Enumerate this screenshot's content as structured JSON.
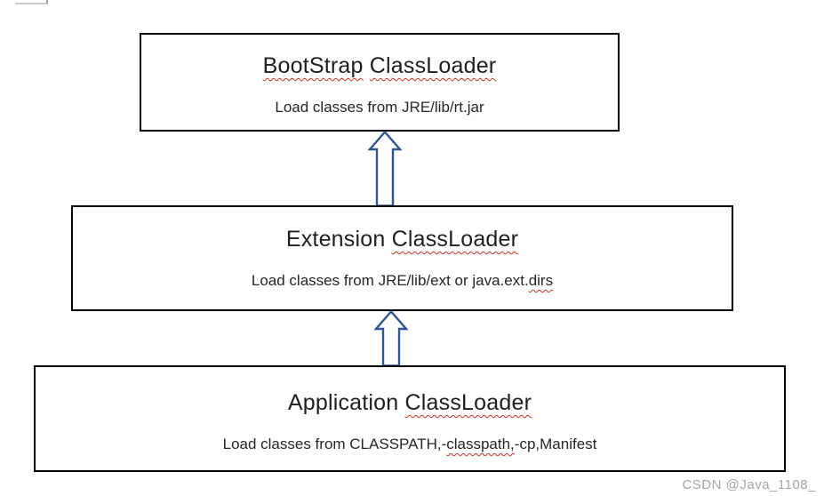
{
  "page": {
    "watermark": "CSDN @Java_1108_",
    "colors": {
      "background": "#ffffff",
      "box_border": "#000000",
      "arrow_outline": "#2e5597",
      "squiggle": "#cc2b24",
      "title_text": "#1f1f1f",
      "watermark_text": "#a6a6a6"
    }
  },
  "diagram": {
    "type": "flow-hierarchy",
    "boxes": [
      {
        "name": "bootstrap-classloader",
        "title": "BootStrap ClassLoader",
        "title_parts": [
          "BootStrap",
          " ",
          "ClassLoader"
        ],
        "subtitle": "Load classes from JRE/lib/rt.jar",
        "subtitle_parts": [
          "Load classes from JRE/lib/rt.jar"
        ]
      },
      {
        "name": "extension-classloader",
        "title": "Extension ClassLoader",
        "title_parts": [
          "Extension ",
          "ClassLoader"
        ],
        "subtitle": "Load classes from JRE/lib/ext or java.ext.dirs",
        "subtitle_parts": [
          "Load classes from JRE/lib/ext or java.ext.",
          "dirs"
        ]
      },
      {
        "name": "application-classloader",
        "title": "Application ClassLoader",
        "title_parts": [
          "Application ",
          "ClassLoader"
        ],
        "subtitle": "Load classes from CLASSPATH,-classpath,-cp,Manifest",
        "subtitle_parts": [
          "Load classes from CLASSPATH,-",
          "classpath,",
          "-cp,Manifest"
        ]
      }
    ],
    "arrows": [
      {
        "name": "arrow-extension-to-bootstrap",
        "direction": "up"
      },
      {
        "name": "arrow-application-to-extension",
        "direction": "up"
      }
    ]
  }
}
